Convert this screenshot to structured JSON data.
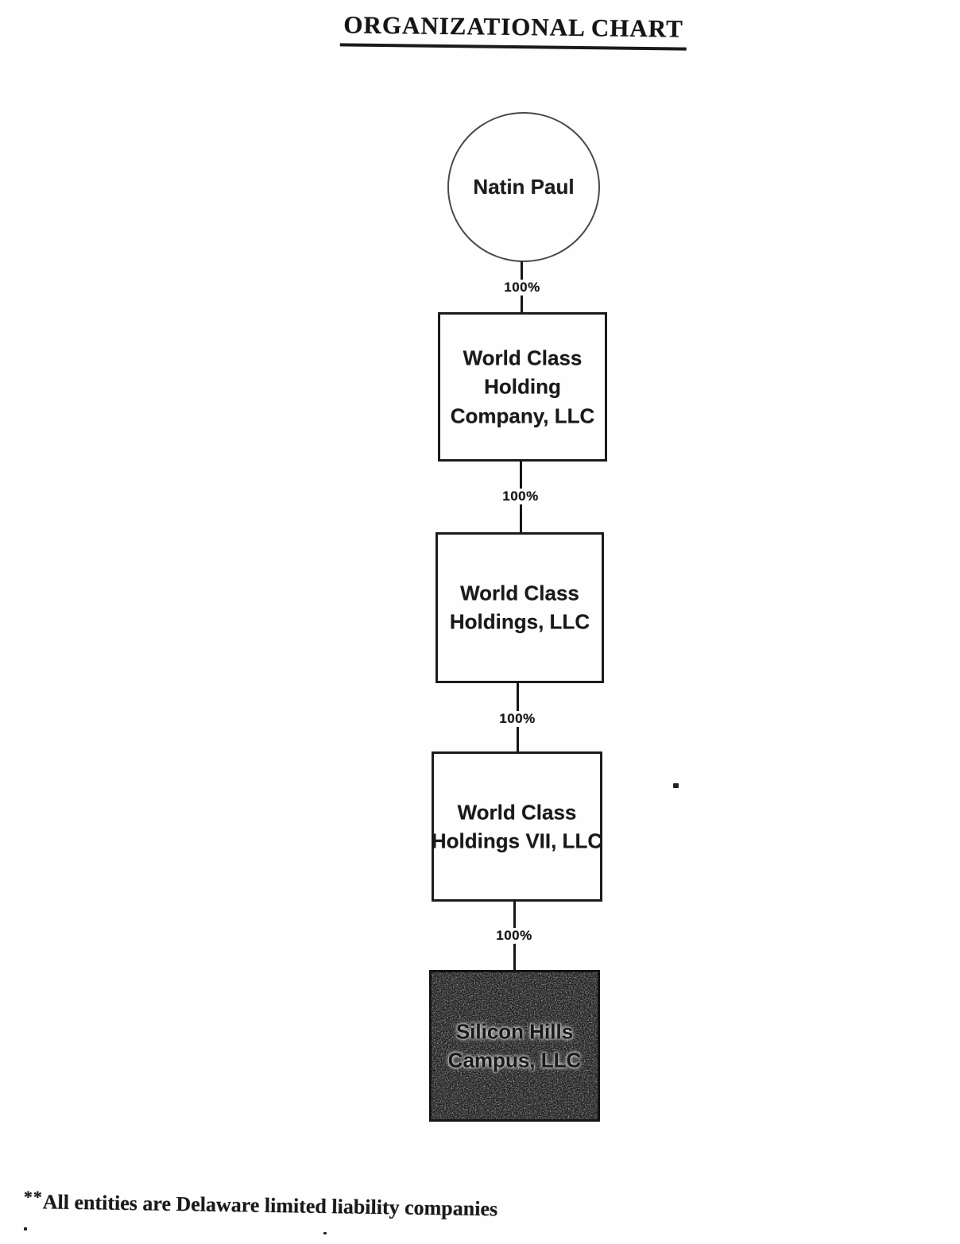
{
  "page": {
    "title": "ORGANIZATIONAL CHART",
    "footnote_marker": "**",
    "footnote_text": "All entities are Delaware limited liability companies"
  },
  "org_chart": {
    "type": "org-tree",
    "root": {
      "label": "Natin Paul",
      "shape": "circle"
    },
    "nodes": [
      {
        "label": "World Class\nHolding\nCompany, LLC",
        "shape": "rect",
        "fill": "white"
      },
      {
        "label": "World Class\nHoldings, LLC",
        "shape": "rect",
        "fill": "white"
      },
      {
        "label": "World Class\nHoldings VII, LLC",
        "shape": "rect",
        "fill": "white"
      },
      {
        "label": "Silicon Hills\nCampus, LLC",
        "shape": "rect",
        "fill": "shaded-gray"
      }
    ],
    "edges": [
      {
        "from": "Natin Paul",
        "to": "World Class Holding Company, LLC",
        "label": "100%"
      },
      {
        "from": "World Class Holding Company, LLC",
        "to": "World Class Holdings, LLC",
        "label": "100%"
      },
      {
        "from": "World Class Holdings, LLC",
        "to": "World Class Holdings VII, LLC",
        "label": "100%"
      },
      {
        "from": "World Class Holdings VII, LLC",
        "to": "Silicon Hills Campus, LLC",
        "label": "100%"
      }
    ],
    "colors": {
      "ink": "#1a1a1a",
      "paper": "#fefefe",
      "shaded_node_fill": "#bfbfbf"
    }
  }
}
